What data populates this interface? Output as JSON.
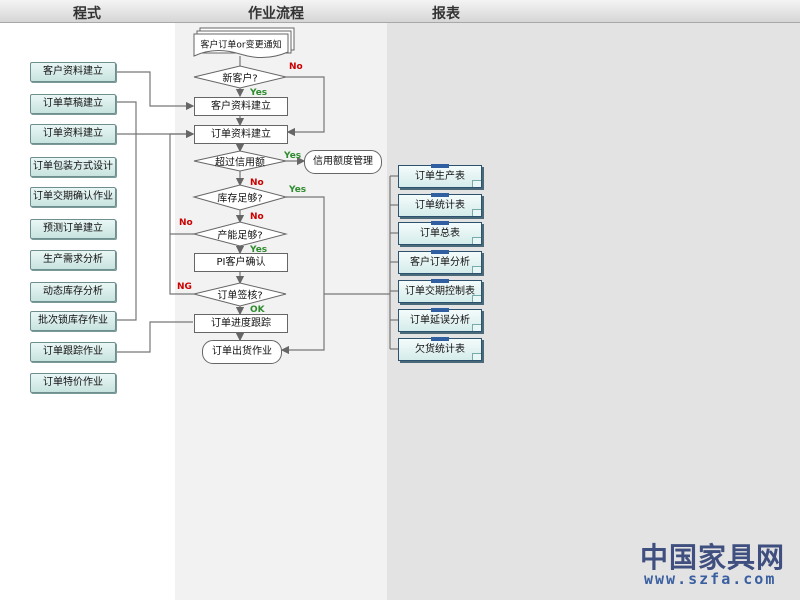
{
  "header": {
    "programs": "程式",
    "workflow": "作业流程",
    "reports": "报表"
  },
  "programs": [
    "客户资料建立",
    "订单草稿建立",
    "订单资料建立",
    "订单包装方式设计",
    "订单交期确认作业",
    "预测订单建立",
    "生产需求分析",
    "动态库存分析",
    "批次锁库存作业",
    "订单跟踪作业",
    "订单特价作业"
  ],
  "flow": {
    "doc": "客户订单or变更通知",
    "d_new_customer": "新客户?",
    "p_customer": "客户资料建立",
    "p_order": "订单资料建立",
    "d_credit": "超过信用额",
    "t_credit_mgmt": "信用额度管理",
    "d_stock": "库存足够?",
    "d_capacity": "产能足够?",
    "p_pi": "PI客户确认",
    "d_review": "订单签核?",
    "p_track": "订单进度跟踪",
    "t_ship": "订单出货作业"
  },
  "labels": {
    "no": "No",
    "yes": "Yes",
    "ng": "NG",
    "ok": "OK"
  },
  "reports": [
    "订单生产表",
    "订单统计表",
    "订单总表",
    "客户订单分析",
    "订单交期控制表",
    "订单延误分析",
    "欠货统计表"
  ],
  "watermark": {
    "brand": "中国家具网",
    "url": "www.szfa.com"
  }
}
